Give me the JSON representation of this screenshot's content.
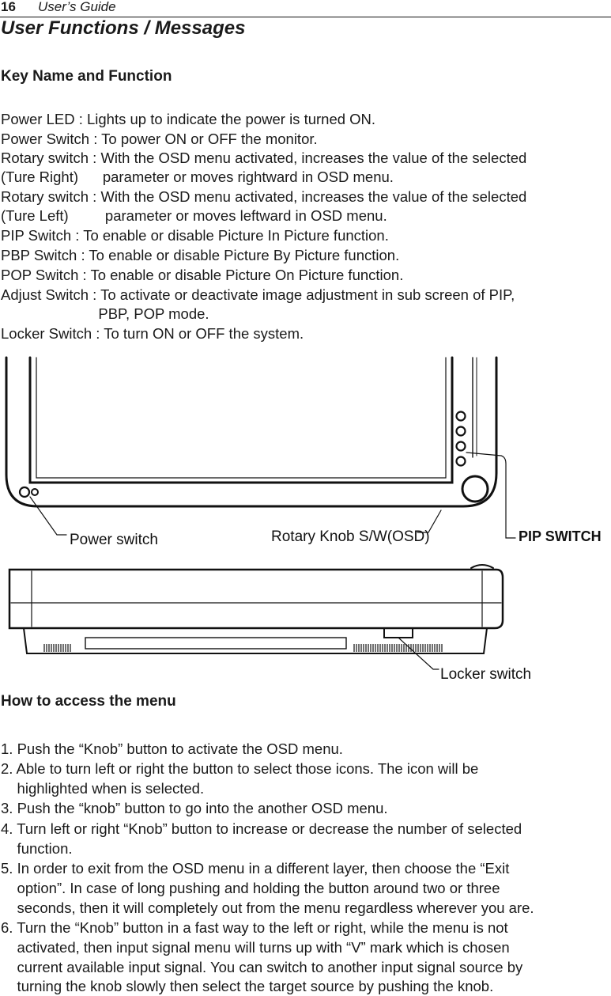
{
  "header": {
    "page_number": "16",
    "guide_title": "User’s Guide"
  },
  "section_title": "User Functions / Messages",
  "key_section": {
    "heading": "Key Name and Function",
    "lines": [
      "Power LED : Lights up to indicate the power is turned ON.",
      "Power Switch : To power ON or OFF the monitor.",
      "Rotary switch : With the OSD menu activated, increases the value of the selected",
      "(Ture Right)      parameter or moves rightward in OSD menu.",
      "Rotary switch : With the OSD menu activated, increases the value of the selected",
      "(Ture Left)         parameter or moves leftward in OSD menu.",
      "PIP Switch : To enable or disable Picture In Picture function.",
      "PBP Switch : To enable or disable Picture By Picture function.",
      "POP Switch : To enable or disable Picture On Picture function.",
      "Adjust Switch : To activate or deactivate image adjustment in sub screen of PIP,",
      "                        PBP, POP mode.",
      "Locker Switch : To turn ON or OFF the system."
    ]
  },
  "figure_labels": {
    "power_switch": "Power switch",
    "rotary_knob": "Rotary Knob S/W(OSD)",
    "pip_switch": "PIP SWITCH",
    "locker_switch": "Locker switch"
  },
  "menu_section": {
    "heading": "How to access the menu",
    "lines": [
      "1. Push the “Knob” button to activate the OSD menu.",
      "2. Able to turn left or right the button to select those icons. The icon will be",
      "    highlighted when is selected.",
      "3. Push the “knob” button to go into the another OSD menu.",
      "4. Turn left or right “Knob” button to increase or decrease the number of selected",
      "    function.",
      "5. In order to exit from the OSD menu in a different layer, then choose the “Exit",
      "    option”. In case of long pushing and holding the button around two or three",
      "    seconds, then it will completely out from the menu regardless wherever you are.",
      "6. Turn the “Knob” button in a fast way to the left or right, while the menu is not",
      "    activated, then input signal menu will turns up with “V” mark which is chosen",
      "    current available input signal. You can switch to another input signal source by",
      "    turning the knob slowly then select the target source by pushing the knob."
    ]
  }
}
